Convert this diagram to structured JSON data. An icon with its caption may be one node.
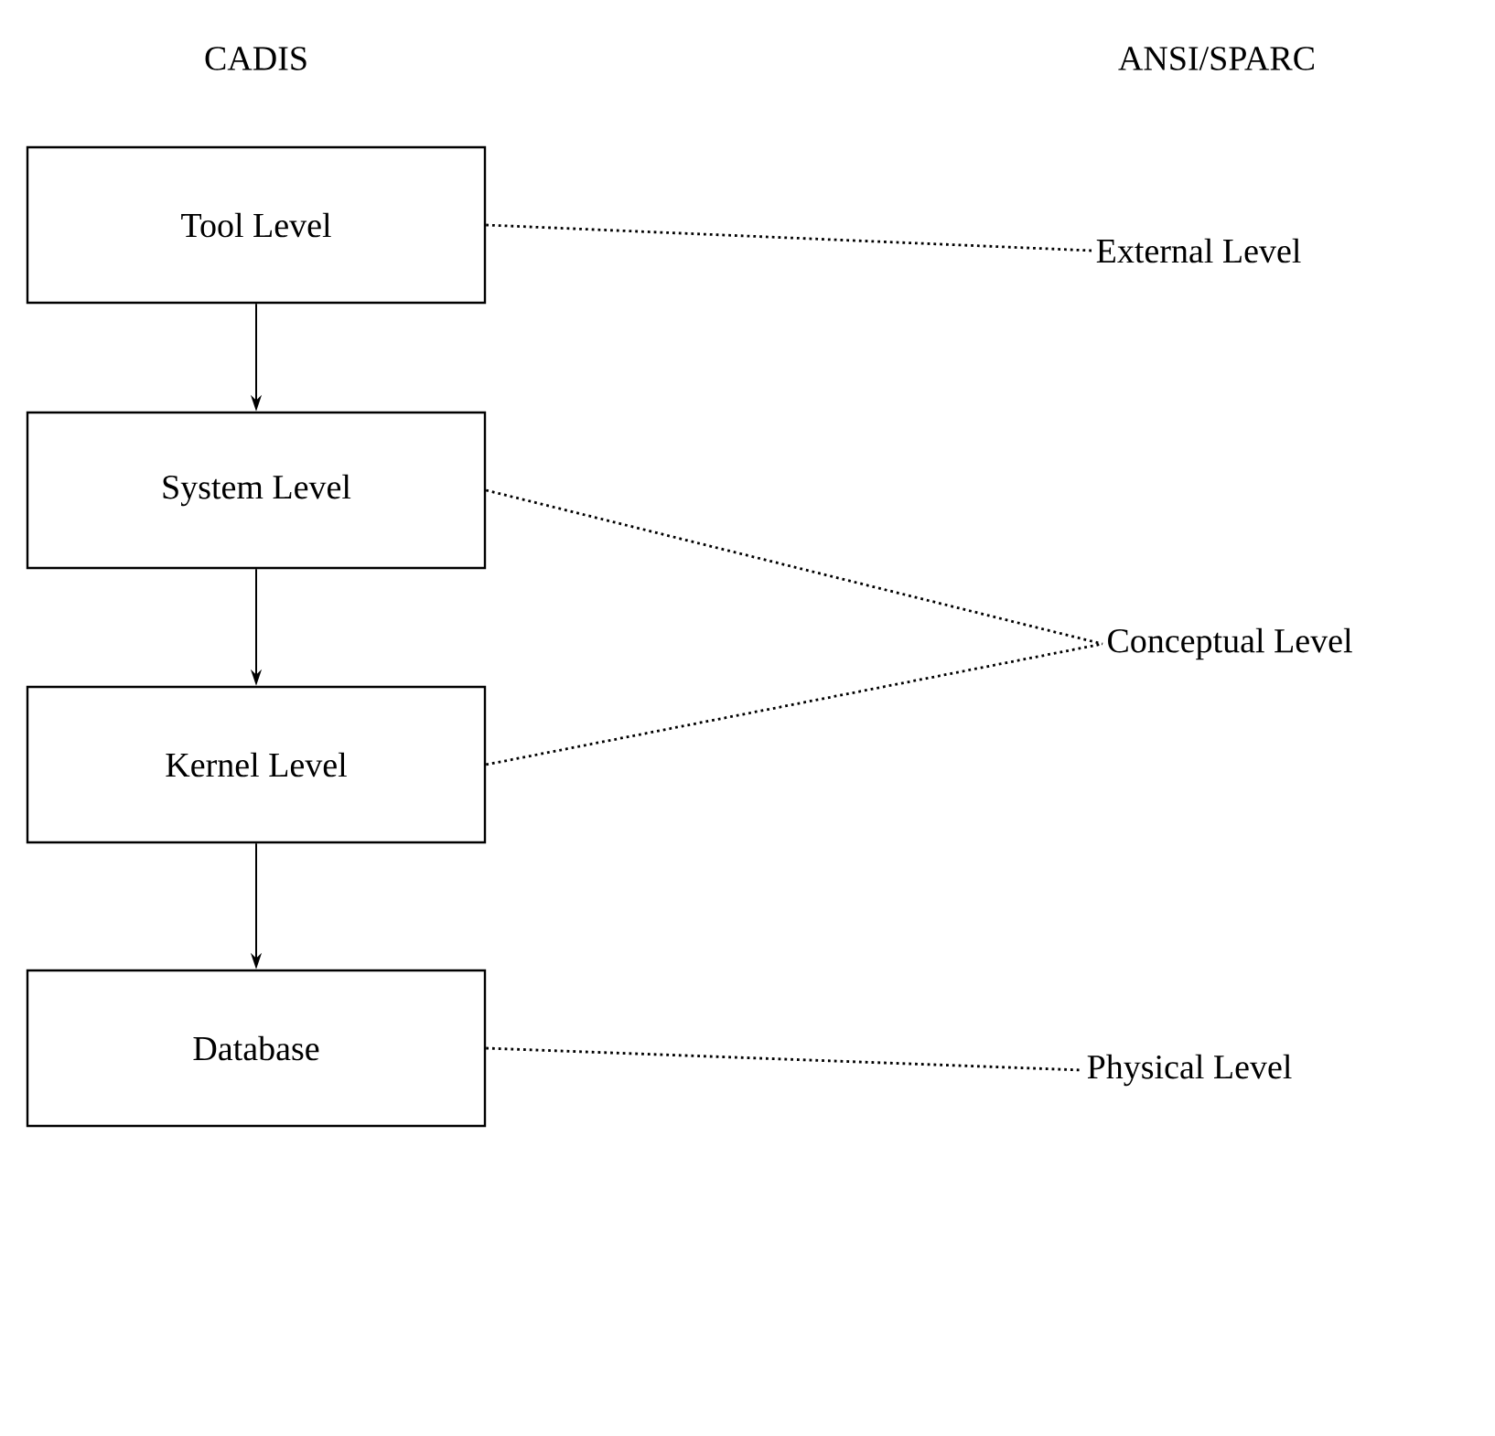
{
  "diagram": {
    "nodes": [
      {
        "text": [
          "Tool Level"
        ]
      },
      {
        "text": [
          "System Level"
        ]
      },
      {
        "text": [
          "Kernel Level"
        ]
      },
      {
        "text": [
          "Database"
        ]
      },
      {
        "text": [
          "External Level"
        ]
      },
      {
        "text": [
          "Conceptual Level"
        ]
      },
      {
        "text": [
          "Physical Level"
        ]
      }
    ],
    "edges": [
      {
        "from": 0,
        "to": 1,
        "arrow": "to"
      },
      {
        "from": 1,
        "to": 2,
        "arrow": "to"
      },
      {
        "from": 2,
        "to": 3,
        "arrow": "to"
      },
      {
        "from": 0,
        "to": 4,
        "arrow": "none",
        "style": "dashed"
      },
      {
        "from": 1,
        "to": 5,
        "arrow": "none",
        "style": "dashed"
      },
      {
        "from": 2,
        "to": 5,
        "arrow": "none",
        "style": "dashed"
      },
      {
        "from": 3,
        "to": 6,
        "arrow": "none",
        "style": "dashed"
      }
    ],
    "labels": [
      "CADIS",
      "ANSI/SPARC"
    ]
  }
}
